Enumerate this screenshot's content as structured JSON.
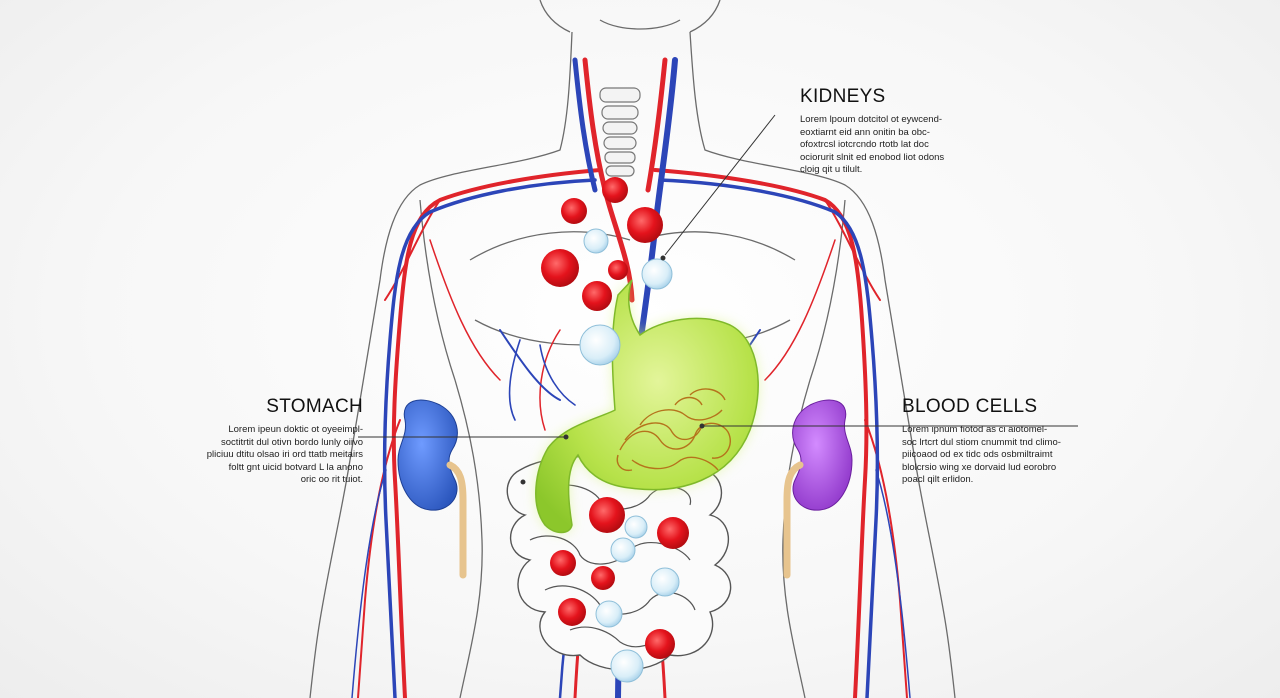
{
  "labels": {
    "kidneys": {
      "title": "KIDNEYS",
      "lines": [
        "Lorem lpoum dotcitol ot eywcend-",
        "eoxtiarnt eid ann onitin ba obc-",
        "ofoxtrcsl iotcrcndo rtotb lat doc",
        "ociorurit slnit ed enobod liot odons",
        "cloig qit u tilult."
      ]
    },
    "stomach": {
      "title": "STOMACH",
      "lines": [
        "Lorem ipeun doktic ot oyeeimpl-",
        "soctitrtit dul otivn bordo lunly oiivo",
        "pliciuu dtitu olsao iri ord ttatb meitairs",
        "foltt gnt uicid botvard L la anono",
        "oric oo rit tuiot."
      ]
    },
    "blood_cells": {
      "title": "BLOOD CELLS",
      "lines": [
        "Lorem ipnum fiotod as ci aiotomel-",
        "soc lrtcrt dul stiom cnummit tnd climo-",
        "piicoaod od ex tidc ods osbmiltraimt",
        "blolcrsio wing xe dorvaid lud eorobro",
        "poacl qilt erlidon."
      ]
    }
  },
  "colors": {
    "artery": "#e0242b",
    "vein": "#2c45b8",
    "stomach": "#b7e24a",
    "left_kidney": "#3a6fd0",
    "right_kidney": "#a44ad8",
    "red_cell": "#e4131c",
    "white_cell": "#d9eef8"
  }
}
